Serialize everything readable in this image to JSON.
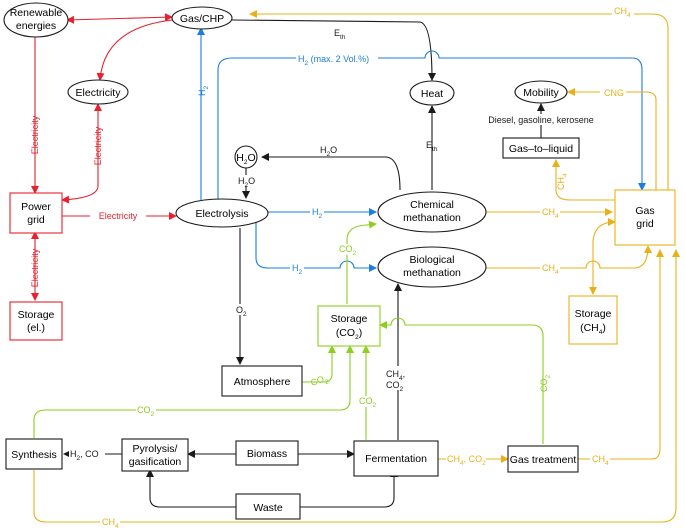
{
  "colors": {
    "red": "#e8202f",
    "blue": "#1a7fe0",
    "yellow": "#eab019",
    "green": "#8ccf1e",
    "black": "#1a1a1a"
  },
  "nodes": {
    "renewable": {
      "line1": "Renewable",
      "line2": "energies"
    },
    "gas_chp": {
      "label": "Gas/CHP"
    },
    "electricity_node": {
      "label": "Electricity"
    },
    "heat": {
      "label": "Heat"
    },
    "mobility": {
      "label": "Mobility"
    },
    "h2o": {
      "label": "H",
      "sub": "2",
      "post": "O"
    },
    "power_grid": {
      "line1": "Power",
      "line2": "grid"
    },
    "electrolysis": {
      "label": "Electrolysis"
    },
    "chem_meth": {
      "line1": "Chemical",
      "line2": "methanation"
    },
    "bio_meth": {
      "line1": "Biological",
      "line2": "methanation"
    },
    "gas_grid": {
      "line1": "Gas",
      "line2": "grid"
    },
    "gtl": {
      "label": "Gas–to–liquid"
    },
    "storage_el": {
      "line1": "Storage",
      "line2": "(el.)"
    },
    "storage_co2": {
      "line1": "Storage",
      "line2_pre": "(CO",
      "line2_sub": "2",
      "line2_post": ")"
    },
    "storage_ch4": {
      "line1": "Storage",
      "line2_pre": "(CH",
      "line2_sub": "4",
      "line2_post": ")"
    },
    "atmosphere": {
      "label": "Atmosphere"
    },
    "synthesis": {
      "label": "Synthesis"
    },
    "pyrolysis": {
      "line1": "Pyrolysis/",
      "line2": "gasification"
    },
    "biomass": {
      "label": "Biomass"
    },
    "fermentation": {
      "label": "Fermentation"
    },
    "gas_treatment": {
      "label": "Gas treatment"
    },
    "waste": {
      "label": "Waste"
    }
  },
  "edge_labels": {
    "electricity_v1": "Electricity",
    "electricity_v2": "Electricity",
    "electricity_v3": "Electricity",
    "electricity_h": "Electricity",
    "ch4_top": "CH4",
    "eth_top": "Eth",
    "h2_mix": "H2 (max. 2 Vol.%)",
    "h2_v": "H2",
    "h2o_arrow": "H2O",
    "h2o_v": "H2O",
    "eth_heat": "Eth",
    "cng": "CNG",
    "diesel": "Diesel, gasoline, kerosene",
    "ch4_gtl": "CH4",
    "h2_chem": "H2",
    "ch4_chem": "CH4",
    "co2_chem": "CO2",
    "h2_bio": "H2",
    "ch4_bio": "CH4",
    "o2": "O2",
    "co2_atm": "CO2",
    "ch4co2_v": "CH4, CO2",
    "co2_treat": "CO2",
    "co2_ferm": "CO2",
    "co2_synth": "CO2",
    "h2co": "H2, CO",
    "ch4co2_h": "CH4, CO2",
    "ch4_treat": "CH4",
    "ch4_bottom": "CH4"
  }
}
